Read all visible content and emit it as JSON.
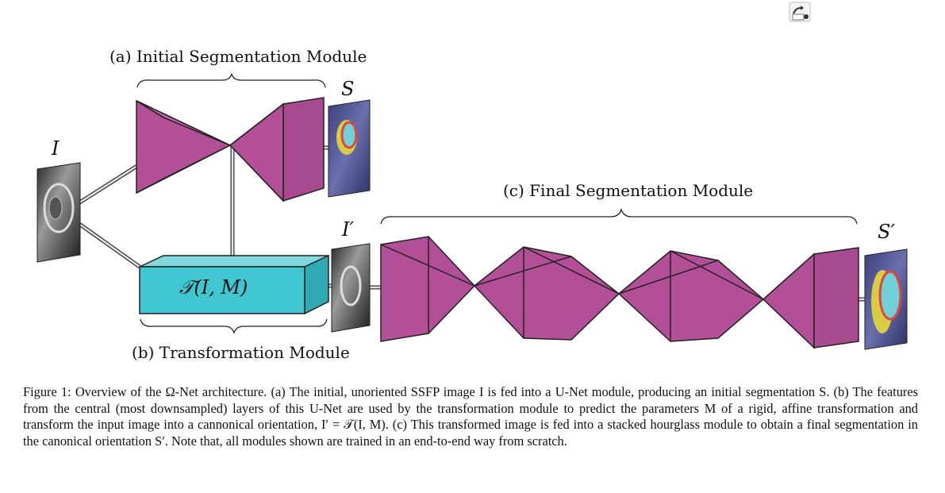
{
  "figure": {
    "labels": {
      "module_a": "(a) Initial Segmentation Module",
      "module_b": "(b) Transformation Module",
      "module_c": "(c) Final Segmentation Module",
      "input_I": "I",
      "output_S": "S",
      "transformed_I": "I′",
      "final_S": "S′",
      "transform_box": "𝒯(I, M)"
    },
    "colors": {
      "hourglass": "#b24f97",
      "transform_box": "#3fc6d0",
      "tube": "#d9d9d9"
    }
  },
  "caption": {
    "figure_label": "Figure 1:",
    "text": "Overview of the Ω-Net architecture. (a) The initial, unoriented SSFP image I is fed into a U-Net module, producing an initial segmentation S. (b) The features from the central (most downsampled) layers of this U-Net are used by the transformation module to predict the parameters M of a rigid, affine transformation and transform the input image into a cannonical orientation, I′ = 𝒯(I, M). (c) This transformed image is fed into a stacked hourglass module to obtain a final segmentation in the canonical orientation S′. Note that, all modules shown are trained in an end-to-end way from scratch."
  },
  "icons": {
    "corner_icon": "language-translate-icon"
  }
}
